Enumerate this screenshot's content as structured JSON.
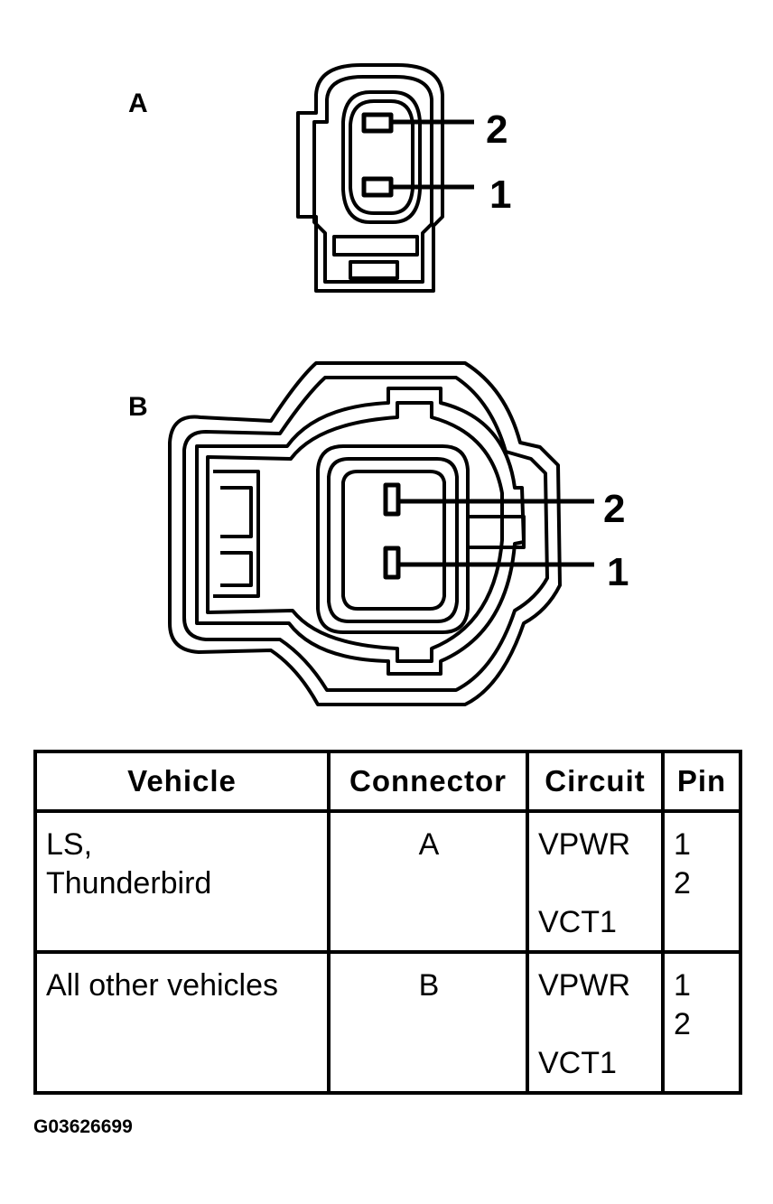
{
  "connectors": {
    "a": {
      "letter": "A",
      "pin_top": "2",
      "pin_bottom": "1"
    },
    "b": {
      "letter": "B",
      "pin_top": "2",
      "pin_bottom": "1"
    }
  },
  "table": {
    "headers": {
      "vehicle": "Vehicle",
      "connector": "Connector",
      "circuit": "Circuit",
      "pin": "Pin"
    },
    "rows": [
      {
        "vehicle_line1": "LS,",
        "vehicle_line2": "Thunderbird",
        "connector": "A",
        "circuit1": "VPWR",
        "circuit2": "VCT1",
        "pin1": "1",
        "pin2": "2"
      },
      {
        "vehicle_line1": "All other vehicles",
        "connector": "B",
        "circuit1": "VPWR",
        "circuit2": "VCT1",
        "pin1": "1",
        "pin2": "2"
      }
    ]
  },
  "caption": "G03626699"
}
